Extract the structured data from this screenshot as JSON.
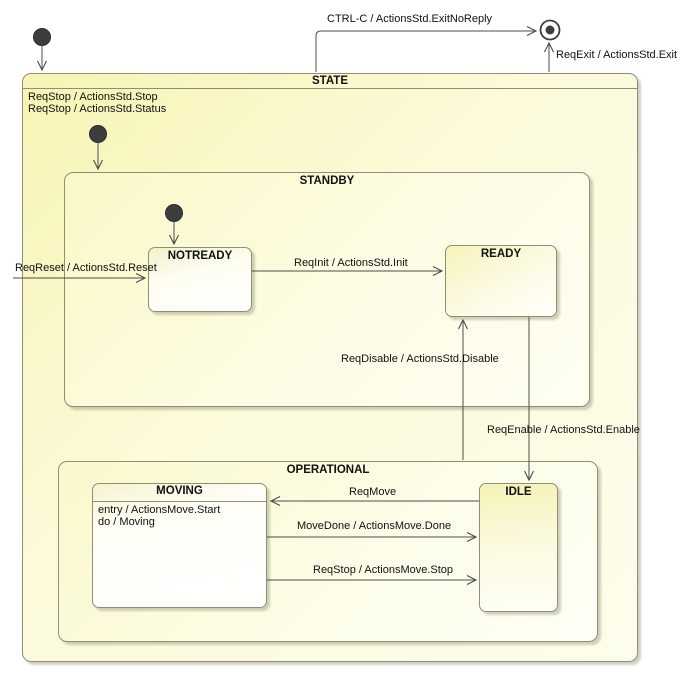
{
  "diagram": {
    "type": "uml-state-machine",
    "states": {
      "state": {
        "label": "STATE",
        "internal": [
          "ReqStop / ActionsStd.Stop",
          "ReqStop / ActionsStd.Status"
        ]
      },
      "standby": {
        "label": "STANDBY"
      },
      "notready": {
        "label": "NOTREADY"
      },
      "ready": {
        "label": "READY"
      },
      "operational": {
        "label": "OPERATIONAL"
      },
      "moving": {
        "label": "MOVING",
        "internal": [
          "entry / ActionsMove.Start",
          "do / Moving"
        ]
      },
      "idle": {
        "label": "IDLE"
      }
    },
    "transitions": {
      "ctrl_c": {
        "label": "CTRL-C / ActionsStd.ExitNoReply"
      },
      "req_exit": {
        "label": "ReqExit / ActionsStd.Exit"
      },
      "req_reset": {
        "label": "ReqReset / ActionsStd.Reset"
      },
      "req_init": {
        "label": "ReqInit / ActionsStd.Init"
      },
      "req_disable": {
        "label": "ReqDisable / ActionsStd.Disable"
      },
      "req_enable": {
        "label": "ReqEnable / ActionsStd.Enable"
      },
      "req_move": {
        "label": "ReqMove"
      },
      "move_done": {
        "label": "MoveDone / ActionsMove.Done"
      },
      "req_stop": {
        "label": "ReqStop / ActionsMove.Stop"
      }
    },
    "nodes": {
      "initial": "initial-pseudostate",
      "final": "final-state"
    },
    "colors": {
      "state_fill": "#fbf9d2",
      "state_border": "#8f8e74",
      "line": "#4c4c4c",
      "pseudostate": "#3d3d3d",
      "text": "#111111",
      "background": "#ffffff"
    }
  }
}
